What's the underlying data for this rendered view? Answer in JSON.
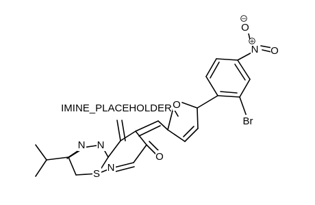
{
  "molecule": {
    "atom_labels": {
      "imine": "IMINE_PLACEHOLDER",
      "ring_n1": "N",
      "ring_n2": "N",
      "ring_n3": "N",
      "sulfur": "S",
      "carbonyl_o": "O",
      "furan_o": "O",
      "bromine": "Br",
      "nitro_n": "N",
      "nitro_o_top": "O",
      "nitro_o_right": "O"
    },
    "charges": {
      "nitro_n": "+",
      "nitro_o_top": "−"
    }
  }
}
